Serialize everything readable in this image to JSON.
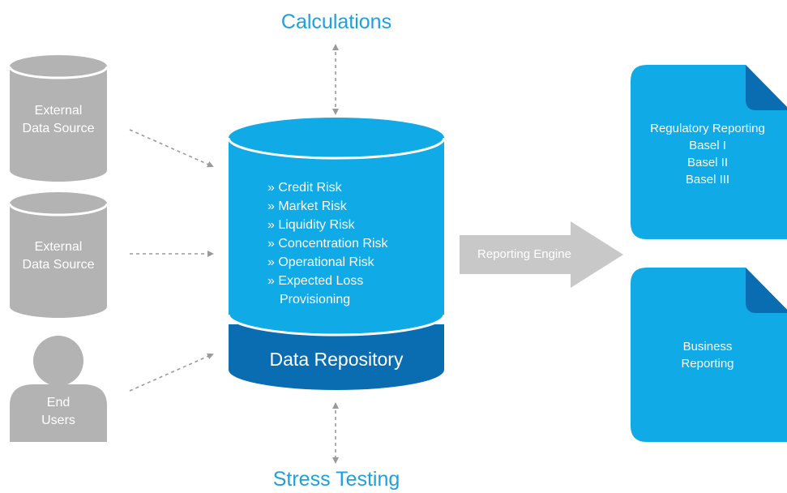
{
  "colors": {
    "grey": "#b3b3b3",
    "cyan": "#10aae6",
    "navy": "#0a6db2",
    "arrow_grey": "#c8c8c8",
    "title_cyan": "#1ea0dc",
    "dotted": "#9a9a9a"
  },
  "calculations": {
    "label": "Calculations"
  },
  "stress_testing": {
    "label": "Stress Testing"
  },
  "sources": [
    {
      "line1": "External",
      "line2": "Data Source",
      "icon": "database-icon"
    },
    {
      "line1": "External",
      "line2": "Data Source",
      "icon": "database-icon"
    },
    {
      "line1": "End",
      "line2": "Users",
      "icon": "user-icon"
    }
  ],
  "repository": {
    "title": "Data Repository",
    "risks": [
      "» Credit Risk",
      "» Market Risk",
      "» Liquidity Risk",
      "» Concentration Risk",
      "» Operational Risk",
      "» Expected Loss",
      "Provisioning"
    ]
  },
  "engine": {
    "label": "Reporting Engine"
  },
  "reports": [
    {
      "lines": [
        "Regulatory Reporting",
        "Basel I",
        "Basel II",
        "Basel III"
      ],
      "icon": "document-icon"
    },
    {
      "lines": [
        "Business",
        "Reporting"
      ],
      "icon": "document-icon"
    }
  ]
}
